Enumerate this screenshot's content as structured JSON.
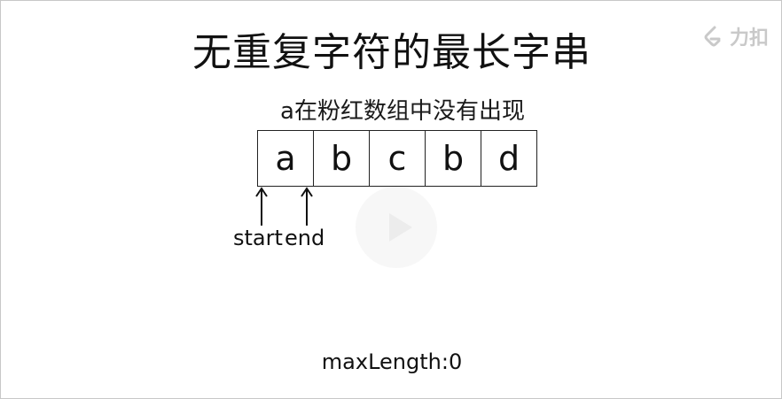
{
  "slide": {
    "title": "无重复字符的最长字串",
    "subtitle": "a在粉红数组中没有出现",
    "chars": [
      "a",
      "b",
      "c",
      "b",
      "d"
    ],
    "pointers": {
      "start_label": "start",
      "end_label": "end"
    },
    "max_length_label": "maxLength:0"
  },
  "brand": {
    "icon": "leetcode-logo-icon",
    "text": "力扣"
  },
  "player": {
    "icon": "play-icon"
  },
  "colors": {
    "text": "#111111",
    "border": "#222222",
    "watermark": "#c9c9c9"
  }
}
